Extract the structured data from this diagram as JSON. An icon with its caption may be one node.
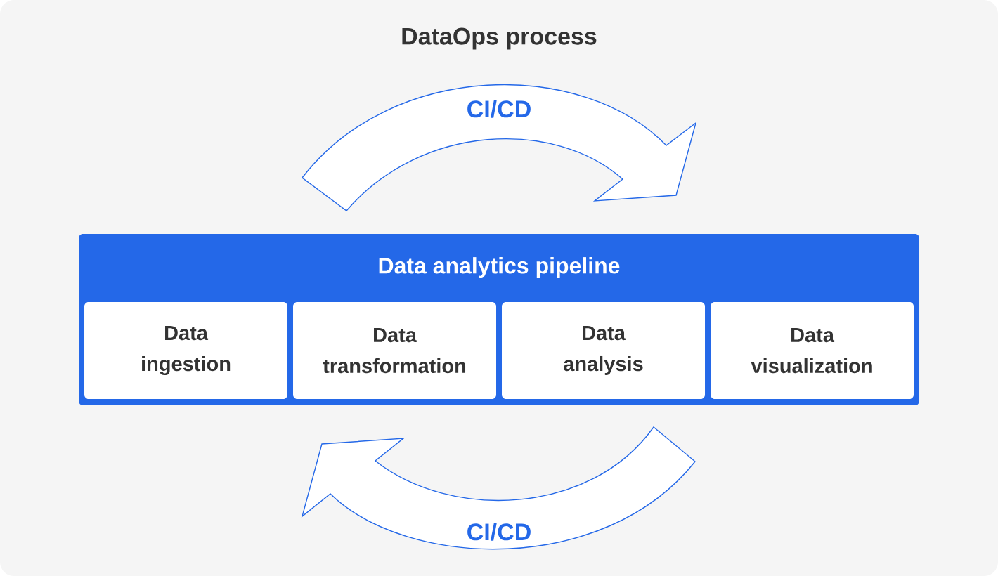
{
  "diagram": {
    "title": "DataOps process",
    "nodes": [
      {
        "text": [
          "Data analytics pipeline"
        ]
      },
      {
        "text": [
          "Data ingestion"
        ],
        "in": 0
      },
      {
        "text": [
          "Data transformation"
        ],
        "in": 0
      },
      {
        "text": [
          "Data analysis"
        ],
        "in": 0
      },
      {
        "text": [
          "Data visualization"
        ],
        "in": 0
      },
      {
        "text": [
          "CI/CD"
        ]
      },
      {
        "text": [
          "CI/CD"
        ]
      }
    ],
    "edges": []
  }
}
